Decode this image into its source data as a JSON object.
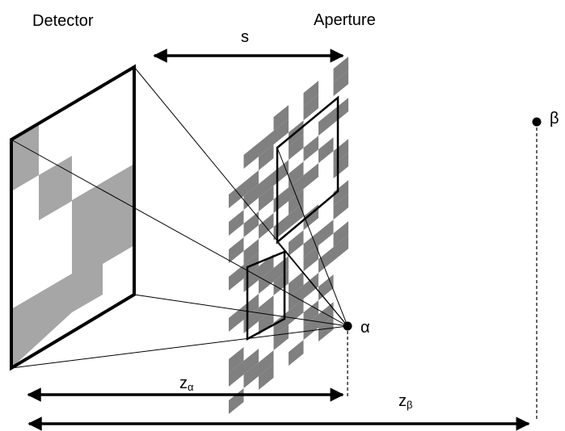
{
  "labels": {
    "detector": "Detector",
    "aperture": "Aperture",
    "separation": "s",
    "point_alpha": "α",
    "point_beta": "β",
    "z_alpha_base": "z",
    "z_alpha_sub": "α",
    "z_beta_base": "z",
    "z_beta_sub": "β"
  },
  "colors": {
    "ink": "#000000",
    "mask_gray": "#808080",
    "detector_gray": "#a6a6a6",
    "background": "#ffffff"
  },
  "mask_pattern": [
    "00010101",
    "01110101",
    "00101000",
    "11001011",
    "01110100",
    "10101010",
    "01011101",
    "10101001",
    "01011000",
    "11000101",
    "01101001",
    "00110110",
    "11010101",
    "01101011",
    "00101100",
    "10011010",
    "11010100",
    "01100110",
    "10101010"
  ]
}
